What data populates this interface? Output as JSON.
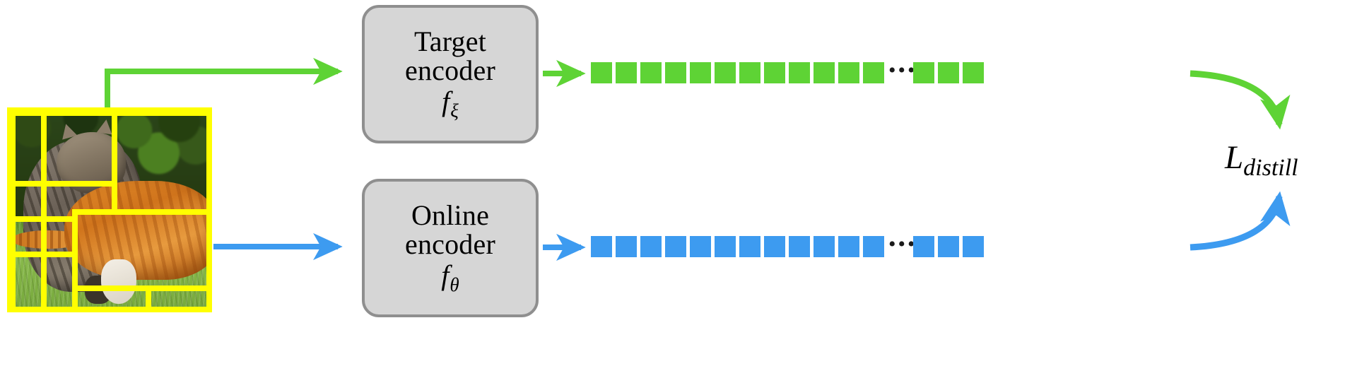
{
  "diagram": {
    "title": "Self-distillation architecture: target and online encoders with distillation loss",
    "colors": {
      "green": "#5ed335",
      "blue": "#3d9bf0",
      "yellow": "#ffff00",
      "box_fill": "#d6d6d6",
      "box_stroke": "#8f8f8f",
      "text": "#000000",
      "background": "#ffffff"
    }
  },
  "input_image": {
    "label": "cat-photo-with-patch-grid",
    "description": "Photograph of two cats on grass overlaid with a yellow patch grid",
    "grid_color": "#ffff00"
  },
  "encoders": {
    "target": {
      "line1": "Target",
      "line2": "encoder",
      "symbol": "f",
      "subscript": "ξ",
      "stream_color": "#5ed335"
    },
    "online": {
      "line1": "Online",
      "line2": "encoder",
      "symbol": "f",
      "subscript": "θ",
      "stream_color": "#3d9bf0"
    }
  },
  "token_rows": [
    {
      "name": "target-tokens",
      "color": "#5ed335",
      "tokens_before_ellipsis": 12,
      "ellipsis": "•••",
      "tokens_after_ellipsis": 3
    },
    {
      "name": "online-tokens",
      "color": "#3d9bf0",
      "tokens_before_ellipsis": 12,
      "ellipsis": "•••",
      "tokens_after_ellipsis": 3
    }
  ],
  "loss": {
    "symbol": "L",
    "subscript": "distill",
    "full_text": "L_distill"
  }
}
